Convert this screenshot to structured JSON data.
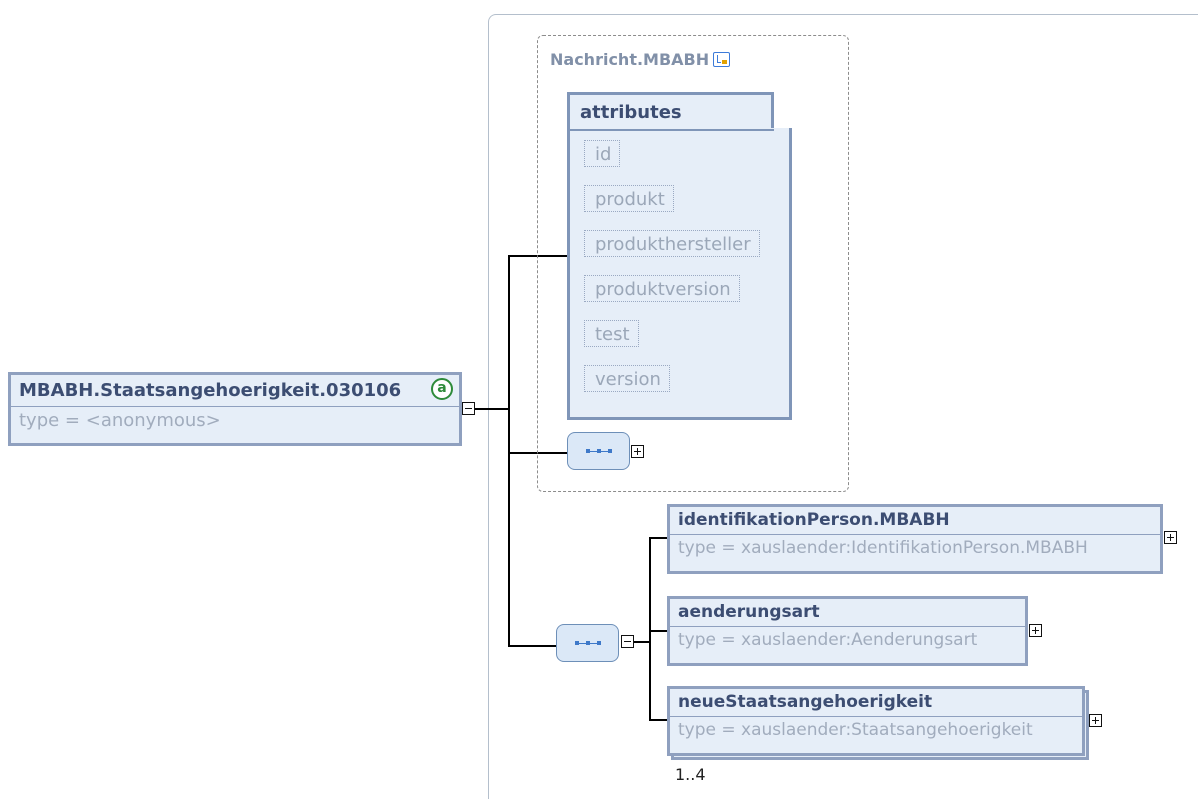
{
  "root": {
    "name": "MBABH.Staatsangehoerigkeit.030106",
    "type": "type = <anonymous>",
    "annotation_symbol": "a"
  },
  "group": {
    "title": "Nachricht.MBABH",
    "attributes_header": "attributes",
    "attributes": [
      "id",
      "produkt",
      "produkthersteller",
      "produktversion",
      "test",
      "version"
    ]
  },
  "elements": [
    {
      "name": "identifikationPerson.MBABH",
      "type": "type = xauslaender:IdentifikationPerson.MBABH"
    },
    {
      "name": "aenderungsart",
      "type": "type = xauslaender:Aenderungsart"
    },
    {
      "name": "neueStaatsangehoerigkeit",
      "type": "type = xauslaender:Staatsangehoerigkeit",
      "occurrence": "1..4"
    }
  ],
  "icons": {
    "type_badge": "complex-type-icon",
    "annotation": "annotation-icon",
    "sequence": "sequence-icon",
    "expand": "plus-toggle-icon",
    "collapse": "minus-toggle-icon"
  },
  "colors": {
    "box_fill": "#e6eef8",
    "box_border": "#8fa0bf",
    "title_text": "#3c4d72",
    "muted_text": "#a1acbd",
    "annotation": "#2e8b3a"
  }
}
